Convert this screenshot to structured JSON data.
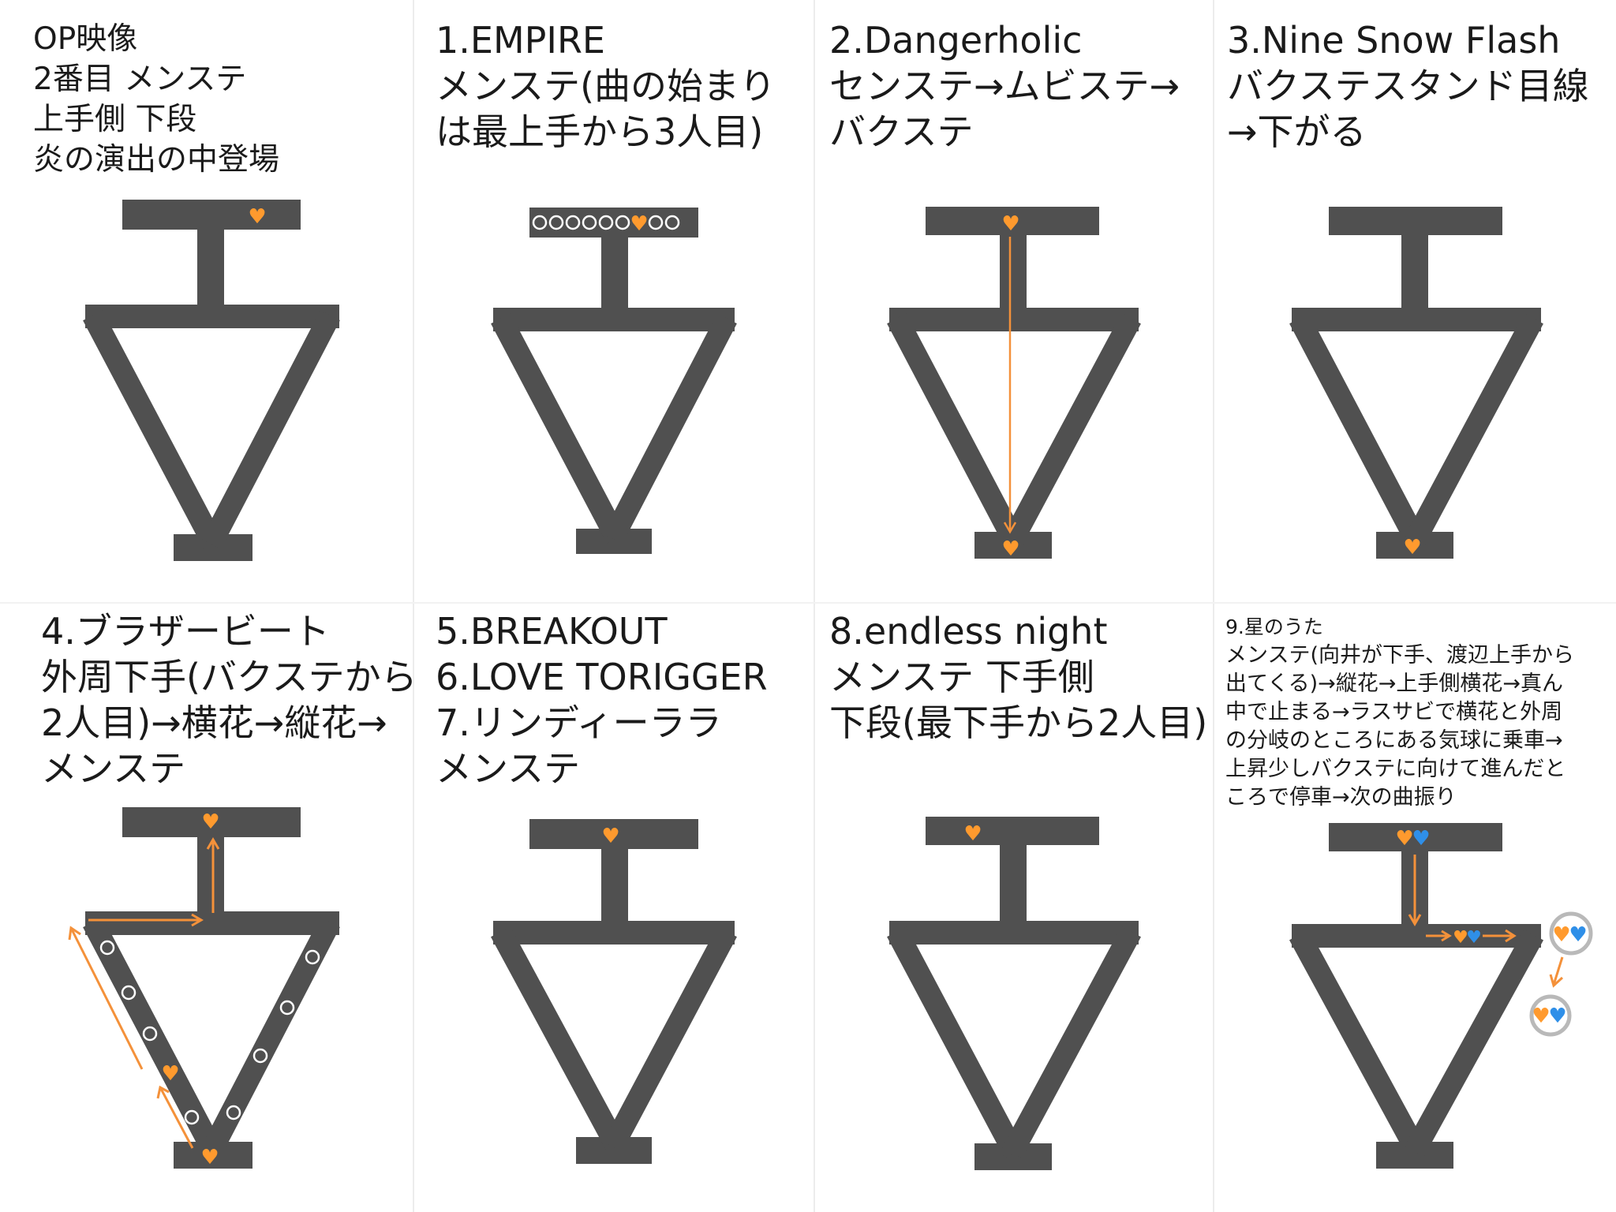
{
  "panels": [
    {
      "id": "op",
      "caption": [
        "OP映像",
        "2番目 メンステ",
        "上手側 下段",
        "炎の演出の中登場"
      ]
    },
    {
      "id": "p1",
      "caption": [
        "1.EMPIRE",
        "メンステ(曲の始まり",
        "は最上手から3人目)"
      ]
    },
    {
      "id": "p2",
      "caption": [
        "2.Dangerholic",
        "センステ→ムビステ→",
        "バクステ"
      ]
    },
    {
      "id": "p3",
      "caption": [
        "3.Nine Snow Flash",
        "バクステスタンド目線",
        "→下がる"
      ]
    },
    {
      "id": "p4",
      "caption": [
        "4.ブラザービート",
        "外周下手(バクステから",
        "2人目)→横花→縦花→",
        "メンステ"
      ]
    },
    {
      "id": "p5",
      "caption": [
        "5.BREAKOUT",
        "6.LOVE TORIGGER",
        "7.リンディーララ",
        "メンステ"
      ]
    },
    {
      "id": "p8",
      "caption": [
        "8.endless night",
        "メンステ 下手側",
        "下段(最下手から2人目)"
      ]
    },
    {
      "id": "p9",
      "caption": [
        "9.星のうた",
        "メンステ(向井が下手、渡辺上手から",
        "出てくる)→縦花→上手側横花→真ん",
        "中で止まる→ラスサビで横花と外周",
        "の分岐のところにある気球に乗車→",
        "上昇少しバクステに向けて進んだと",
        "ころで停車→次の曲振り"
      ]
    }
  ],
  "colors": {
    "stage": "#505050",
    "orange": "#ff9a2e",
    "arrow": "#f4913a",
    "blue": "#2f8fe8",
    "ring": "#b9b9b9"
  },
  "icons": {
    "orange_heart": "orange-heart-icon",
    "blue_heart": "blue-heart-icon",
    "circle": "member-circle-icon",
    "balloon": "balloon-ring-icon"
  }
}
